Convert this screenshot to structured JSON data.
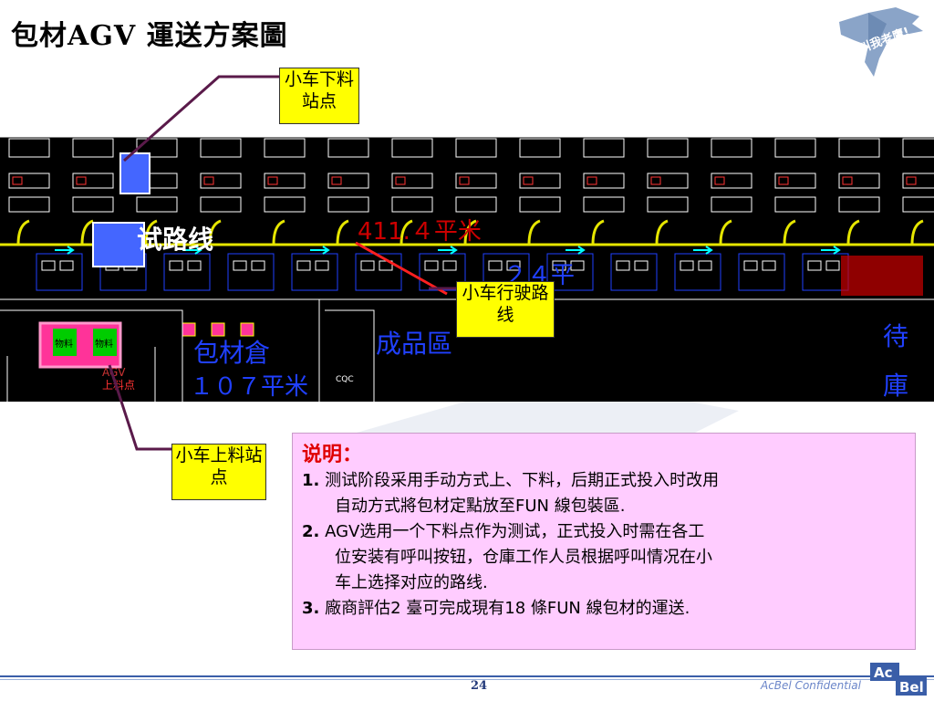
{
  "slide": {
    "title": "包材AGV  運送方案圖",
    "page_number": "24",
    "confidential": "AcBel Confidential",
    "brand": {
      "part1": "Ac",
      "part2": "Bel"
    },
    "eagle_logo_text": "叫我老鷹!"
  },
  "callouts": {
    "unload_station": "小车下料站点",
    "route": "小车行驶路线",
    "load_station": "小车上料站点"
  },
  "plan": {
    "area_1": "411.４平米",
    "route_label": "试路线",
    "area_2": "２４平",
    "packing_warehouse": "包材倉",
    "area_3": "１０７平米",
    "finished_goods": "成品區",
    "pending": "待",
    "warehouse": "庫",
    "agv_label": "AGV",
    "load_point": "上料点",
    "material_1": "物料",
    "material_2": "物料",
    "cqc": "CQC"
  },
  "notes": {
    "heading": "说明：",
    "items": [
      {
        "num": "1.",
        "line1": "测试阶段采用手动方式上、下料，后期正式投入时改用",
        "line2": "自动方式將包材定點放至FUN 線包裝區."
      },
      {
        "num": "2.",
        "line1": "AGV选用一个下料点作为测试，正式投入时需在各工",
        "line2": "位安装有呼叫按钮，仓庫工作人员根据呼叫情况在小",
        "line3": "车上选择对应的路线."
      },
      {
        "num": "3.",
        "line1": "廠商評估2 臺可完成現有18 條FUN 線包材的運送."
      }
    ]
  },
  "colors": {
    "callout_bg": "#ffff00",
    "notes_bg": "#ffccff",
    "heading_red": "#e00000",
    "cad_bg": "#000000",
    "route_yellow": "#e6e600",
    "station_magenta": "#ff3399",
    "leader_purple": "#5a1a4a",
    "footer_blue": "#3a5ea8"
  }
}
